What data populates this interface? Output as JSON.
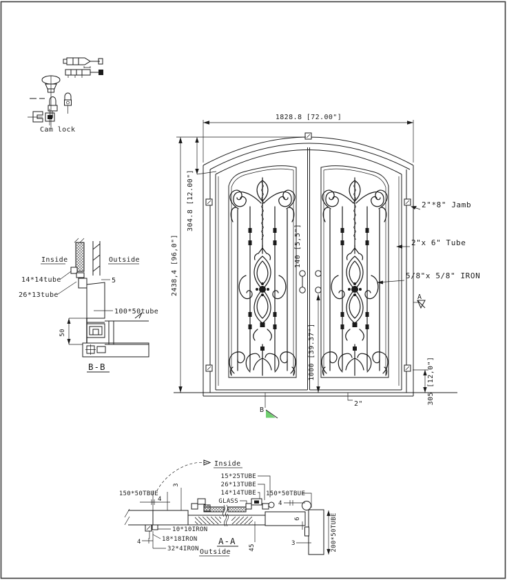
{
  "colors": {
    "line": "#1a1a1a",
    "accent_green": "#6fcf6f",
    "sheet_border": "#3c3c3c"
  },
  "hardware": {
    "cam_lock_label": "Cam lock"
  },
  "section_bb": {
    "inside_label": "Inside",
    "outside_label": "Outside",
    "tube_14": "14*14tube",
    "tube_26": "26*13tube",
    "tube_100": "100*50tube",
    "dim_5": "5",
    "dim_50": "50",
    "title": "B-B"
  },
  "elevation": {
    "dim_width": "1828.8 [72.00\"]",
    "dim_height": "2438,4 [96,0\"]",
    "dim_arch": "304.8 [12.00\"]",
    "dim_handle_gap": "140 [5,5\"]",
    "dim_handle_height": "1000 [39.37\"]",
    "dim_bottom_hinge": "305 [12,0\"]",
    "dim_bottom_rail": "2\"",
    "label_jamb": "2\"*8\" Jamb",
    "label_tube": "2\"x 6\" Tube",
    "label_iron": "5/8\"x 5/8\" IRON",
    "marker_a": "A",
    "marker_b": "B"
  },
  "section_aa": {
    "inside_label": "Inside",
    "outside_label": "Outside",
    "tube_15_25": "15*25TUBE",
    "tube_26_13": "26*13TUBE",
    "tube_14_14": "14*14TUBE",
    "glass": "GLASS",
    "tube_150_left": "150*50TBUE",
    "tube_150_right": "150*50TBUE",
    "tube_200": "200*50TUBE",
    "iron_10": "10*10IRON",
    "iron_18": "18*18IRON",
    "iron_32": "32*4IRON",
    "dim_4_left_top": "4",
    "dim_4_left_bottom": "4",
    "dim_4_right": "4",
    "dim_3_left": "3",
    "dim_3_right": "3",
    "dim_6": "6",
    "dim_45": "45",
    "title": "A-A"
  }
}
